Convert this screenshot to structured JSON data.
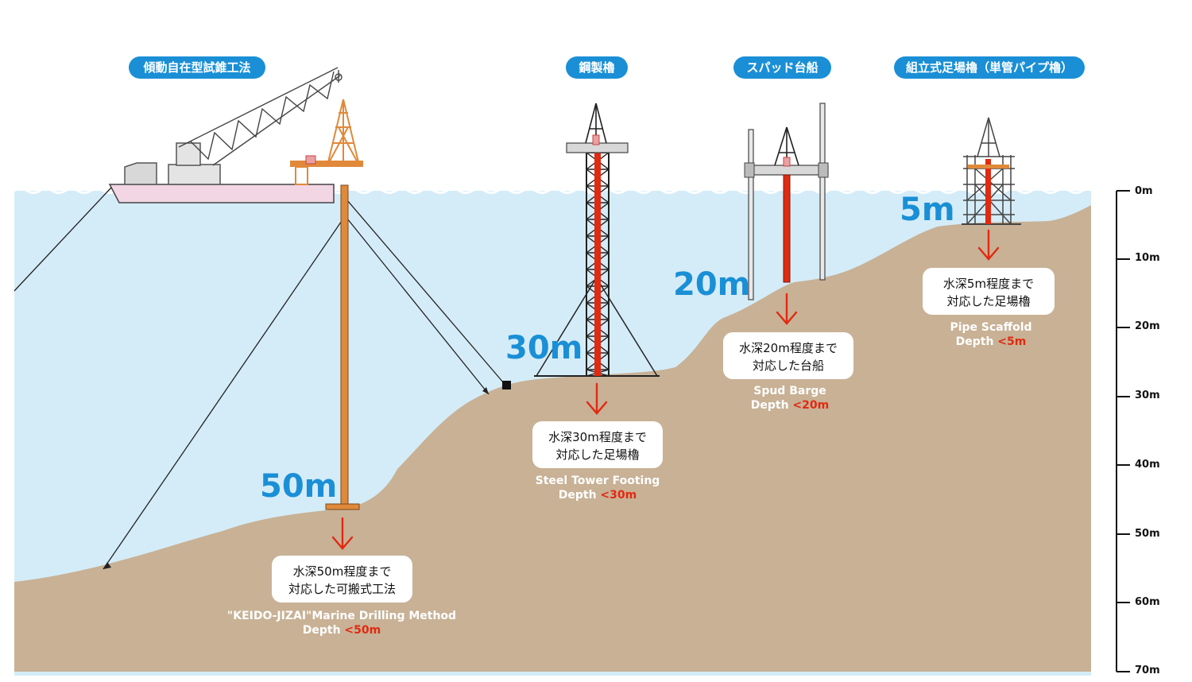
{
  "methods": [
    {
      "title": "傾動自在型試錐工法",
      "depth_label": "50m",
      "callout_line1": "水深50m程度まで",
      "callout_line2": "対応した可搬式工法",
      "en_name": "\"KEIDO-JIZAI\"Marine Drilling Method",
      "en_depth_prefix": "Depth",
      "en_depth_value": "<50m"
    },
    {
      "title": "鋼製櫓",
      "depth_label": "30m",
      "callout_line1": "水深30m程度まで",
      "callout_line2": "対応した足場櫓",
      "en_name": "Steel Tower Footing",
      "en_depth_prefix": "Depth",
      "en_depth_value": "<30m"
    },
    {
      "title": "スパッド台船",
      "depth_label": "20m",
      "callout_line1": "水深20m程度まで",
      "callout_line2": "対応した台船",
      "en_name": "Spud Barge",
      "en_depth_prefix": "Depth",
      "en_depth_value": "<20m"
    },
    {
      "title": "組立式足場櫓（単管パイプ櫓）",
      "depth_label": "5m",
      "callout_line1": "水深5m程度まで",
      "callout_line2": "対応した足場櫓",
      "en_name": "Pipe Scaffold",
      "en_depth_prefix": "Depth",
      "en_depth_value": "<5m"
    }
  ],
  "depth_scale": {
    "ticks": [
      "0m",
      "10m",
      "20m",
      "30m",
      "40m",
      "50m",
      "60m",
      "70m"
    ]
  },
  "colors": {
    "water": "#d4ecf8",
    "seabed": "#c8b195",
    "accent_blue": "#1a8fd6",
    "pile_orange": "#e0893a",
    "casing_red": "#e02a12",
    "barge_pink": "#f2d6e3"
  }
}
